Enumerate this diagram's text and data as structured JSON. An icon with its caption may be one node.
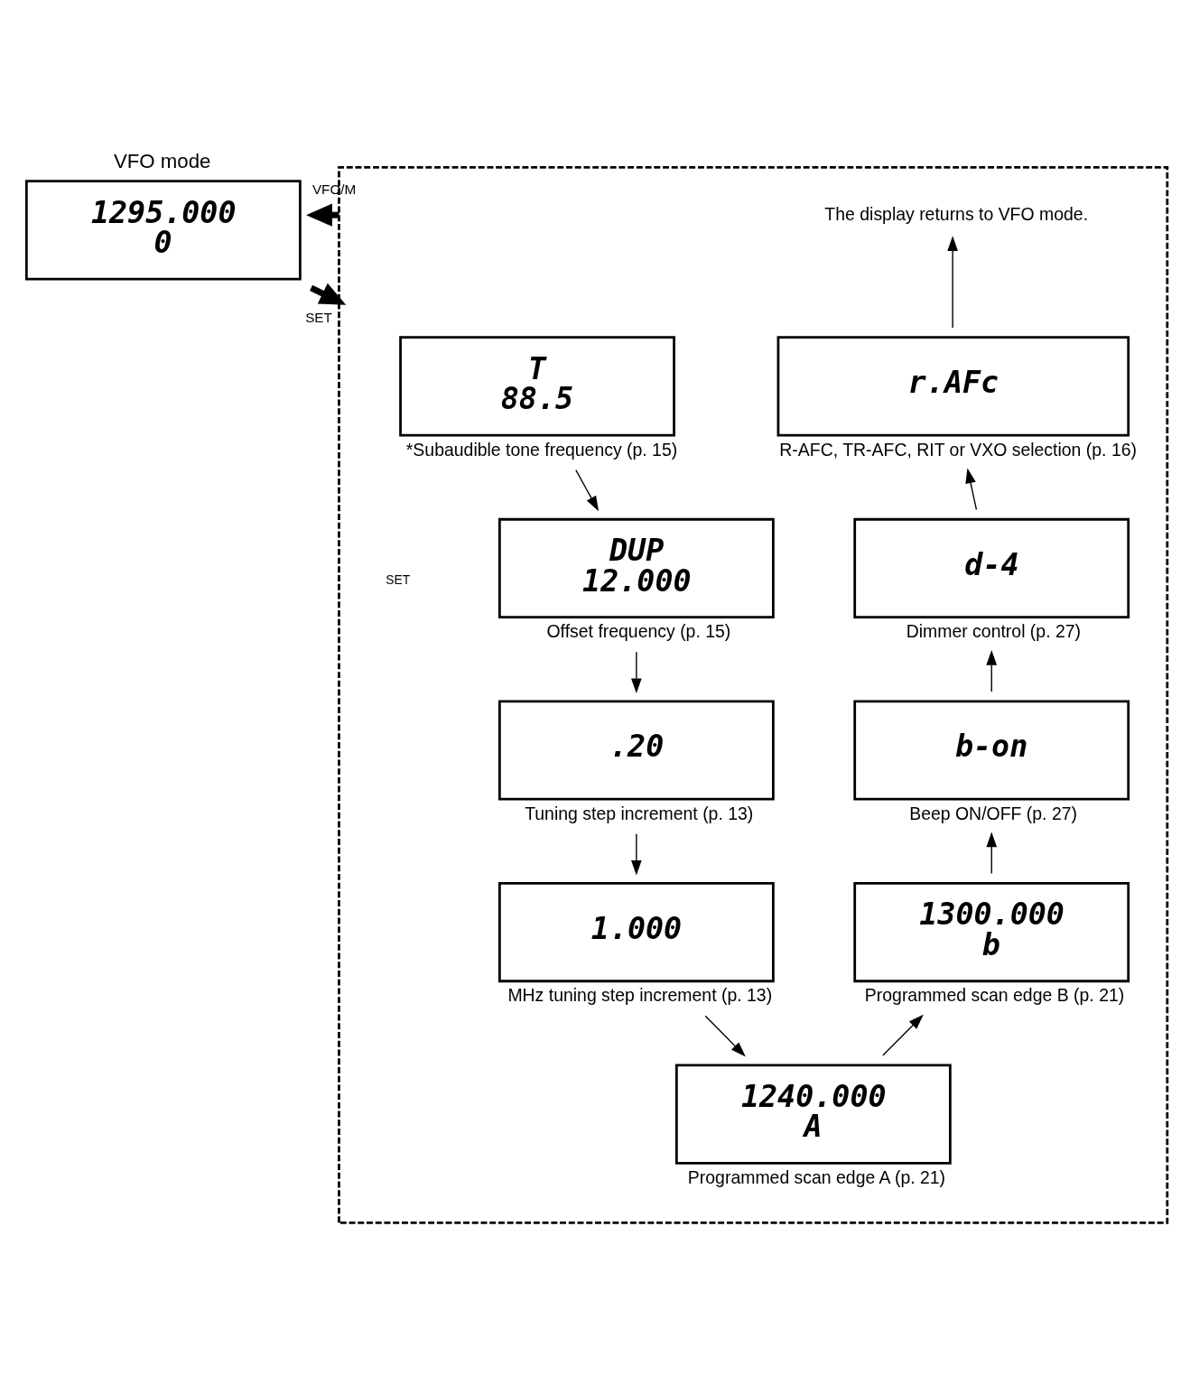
{
  "diagram": {
    "nodes": [
      {
        "text": [
          "VFO mode",
          "1295.000",
          "0"
        ]
      },
      {
        "text": [],
        "shape": "box"
      },
      {
        "text": [
          "The display returns to VFO mode."
        ],
        "in": 1
      },
      {
        "text": [
          "r.AFc"
        ],
        "beside": [
          "R-AFC, TR-AFC, RIT or VXO selection (p. 16)"
        ],
        "in": 1
      },
      {
        "text": [
          "T",
          "88.5"
        ],
        "beside": [
          "*Subaudible tone frequency (p. 15)"
        ],
        "in": 1
      },
      {
        "text": [
          "d-4"
        ],
        "beside": [
          "Dimmer control (p. 27)"
        ],
        "in": 1
      },
      {
        "text": [
          "DUP",
          "12.000"
        ],
        "beside": [
          "Offset frequency (p. 15)"
        ],
        "in": 1
      },
      {
        "text": [
          "b-on"
        ],
        "beside": [
          "Beep ON/OFF (p. 27)"
        ],
        "in": 1
      },
      {
        "text": [
          ".20"
        ],
        "beside": [
          "Tuning step increment (p. 13)"
        ],
        "in": 1
      },
      {
        "text": [
          "1300.000",
          "b"
        ],
        "beside": [
          "Programmed scan edge B (p. 21)"
        ],
        "in": 1
      },
      {
        "text": [
          "1.000"
        ],
        "beside": [
          "MHz tuning step increment (p. 13)"
        ],
        "in": 1
      },
      {
        "text": [
          "1240.000",
          "A"
        ],
        "beside": [
          "Programmed scan edge A (p. 21)"
        ],
        "in": 1
      }
    ],
    "edges": [
      {
        "from": 0,
        "to": 1,
        "arrow": "to",
        "label": "SET",
        "style": "thick"
      },
      {
        "from": 1,
        "to": 0,
        "arrow": "to",
        "label": "VFO/M",
        "style": "thick"
      },
      {
        "from": 4,
        "to": 6,
        "arrow": "to"
      },
      {
        "from": 6,
        "to": 8,
        "arrow": "to"
      },
      {
        "from": 8,
        "to": 10,
        "arrow": "to"
      },
      {
        "from": 10,
        "to": 11,
        "arrow": "to"
      },
      {
        "from": 11,
        "to": 9,
        "arrow": "to"
      },
      {
        "from": 9,
        "to": 7,
        "arrow": "to"
      },
      {
        "from": 7,
        "to": 5,
        "arrow": "to"
      },
      {
        "from": 5,
        "to": 3,
        "arrow": "to"
      },
      {
        "from": 3,
        "to": 2,
        "arrow": "to"
      }
    ],
    "labels": [
      "SET"
    ]
  }
}
